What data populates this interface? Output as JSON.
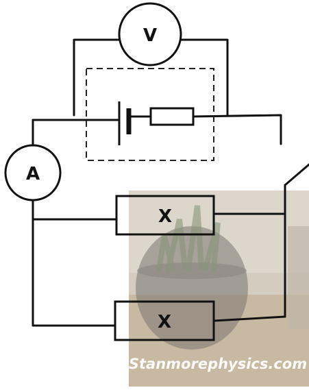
{
  "diagram": {
    "voltmeter": {
      "label": "V"
    },
    "ammeter": {
      "label": "A"
    },
    "resistors": [
      {
        "label": "X"
      },
      {
        "label": "X"
      }
    ],
    "watermark": {
      "text": "Stanmorephysics.com"
    },
    "colors": {
      "wire": "#111111",
      "dash": "#222222",
      "background": "#ffffff",
      "photo_tint": "#c9c2b6",
      "pot": "#6b6863",
      "plant": "#7c8a6a",
      "watermark_text": "#ffffff"
    },
    "icons": {
      "switch": "switch-icon",
      "battery": "cell-icon"
    }
  }
}
